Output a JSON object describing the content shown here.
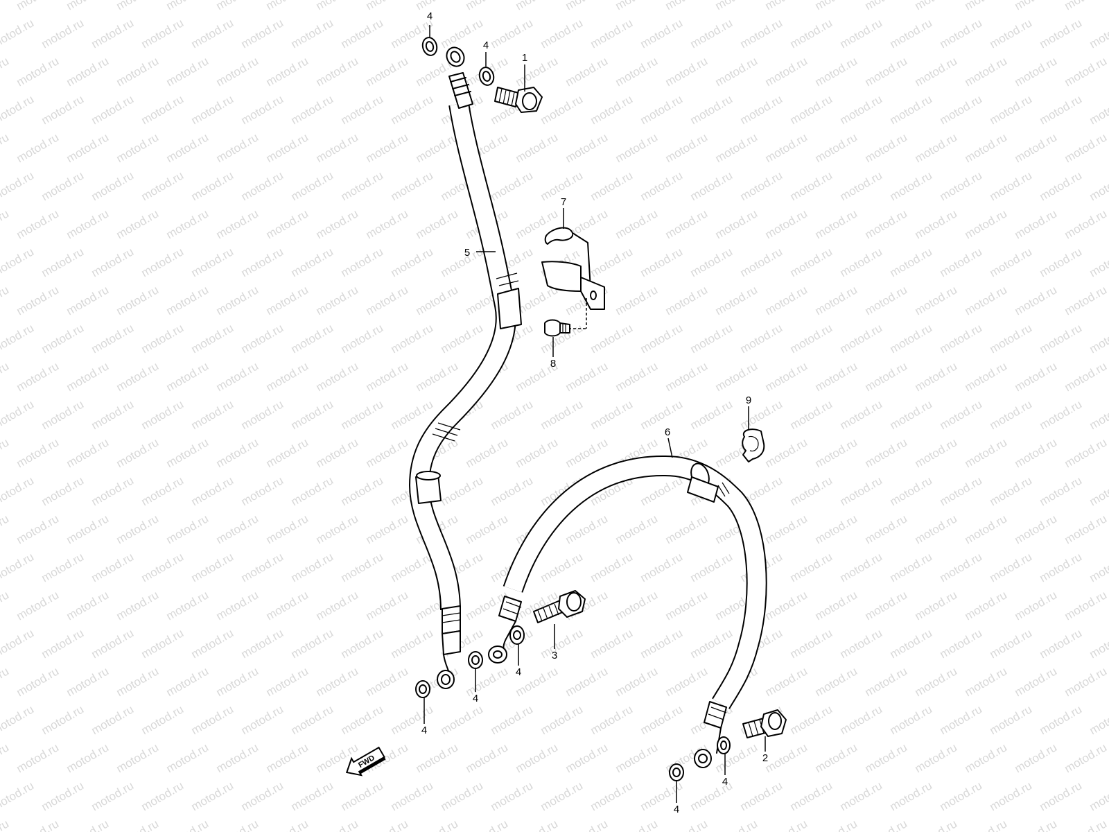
{
  "watermark": "motod.ru",
  "callouts": {
    "washer_4a": "4",
    "washer_4b": "4",
    "bolt_1": "1",
    "hose_5": "5",
    "clamp_7": "7",
    "bolt_8": "8",
    "clamp_9": "9",
    "hose_6": "6",
    "bolt_3": "3",
    "washer_4c": "4",
    "washer_4d": "4",
    "washer_4e": "4",
    "bolt_2": "2",
    "washer_4f": "4",
    "washer_4g": "4"
  },
  "fwd_label": "FWD"
}
